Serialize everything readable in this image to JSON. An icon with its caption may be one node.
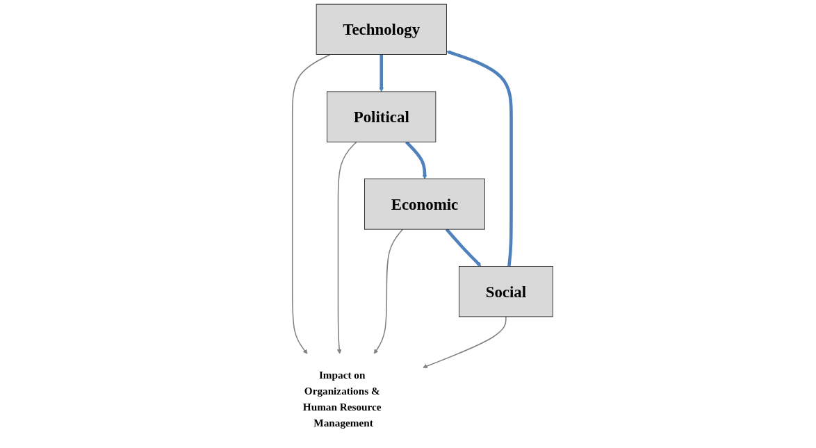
{
  "diagram": {
    "nodes": [
      {
        "text": [
          "Technology"
        ]
      },
      {
        "text": [
          "Political"
        ]
      },
      {
        "text": [
          "Economic"
        ]
      },
      {
        "text": [
          "Social"
        ]
      },
      {
        "text": [
          "Impact on Organizations & Human Resource Management"
        ]
      }
    ],
    "edges": [
      {
        "from": 0,
        "to": 1,
        "arrow": "to",
        "style": "thick",
        "color": "#4f81bd"
      },
      {
        "from": 1,
        "to": 2,
        "arrow": "to",
        "style": "thick",
        "color": "#4f81bd"
      },
      {
        "from": 2,
        "to": 3,
        "arrow": "to",
        "style": "thick",
        "color": "#4f81bd"
      },
      {
        "from": 3,
        "to": 0,
        "arrow": "to",
        "style": "thick",
        "color": "#4f81bd"
      },
      {
        "from": 0,
        "to": 4,
        "arrow": "to",
        "color": "#808080"
      },
      {
        "from": 1,
        "to": 4,
        "arrow": "to",
        "color": "#808080"
      },
      {
        "from": 2,
        "to": 4,
        "arrow": "to",
        "color": "#808080"
      },
      {
        "from": 3,
        "to": 4,
        "arrow": "to",
        "color": "#808080"
      }
    ]
  }
}
